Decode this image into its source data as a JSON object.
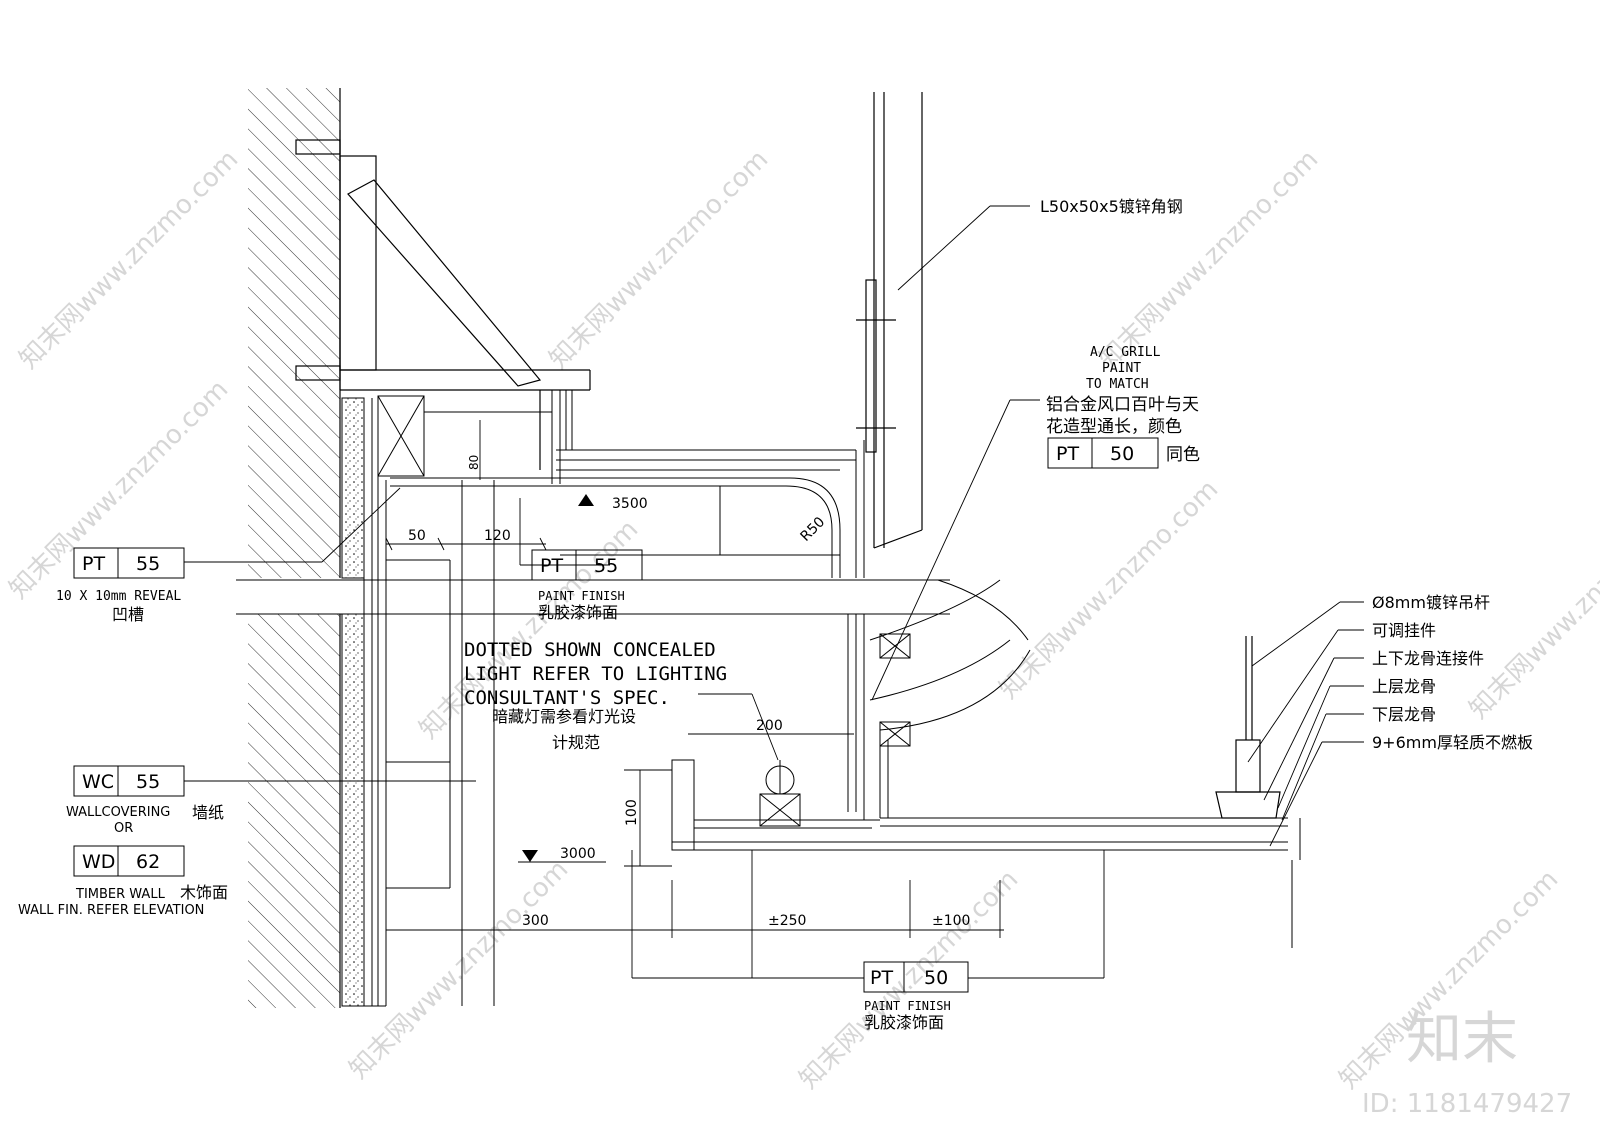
{
  "tags": {
    "pt55_a": {
      "code": "PT",
      "num": "55"
    },
    "pt55_b": {
      "code": "PT",
      "num": "55"
    },
    "pt50_a": {
      "code": "PT",
      "num": "50"
    },
    "pt50_b": {
      "code": "PT",
      "num": "50"
    },
    "wc55": {
      "code": "WC",
      "num": "55"
    },
    "wd62": {
      "code": "WD",
      "num": "62"
    }
  },
  "labels": {
    "reveal": "10 X 10mm REVEAL",
    "reveal_cn": "凹槽",
    "paint_finish_top": "PAINT FINISH",
    "paint_finish_top_cn": "乳胶漆饰面",
    "paint_finish_bottom": "PAINT FINISH",
    "paint_finish_bottom_cn": "乳胶漆饰面",
    "wallcovering": "WALLCOVERING",
    "wallcovering_cn": "墙纸",
    "or": "OR",
    "timber_wall": "TIMBER WALL",
    "timber_wall_cn": "木饰面",
    "wall_fin": "WALL FIN. REFER ELEVATION",
    "angle_steel": "L50x50x5镀锌角钢",
    "ac_grill_1": "A/C GRILL",
    "ac_grill_2": "PAINT",
    "ac_grill_3": "TO MATCH",
    "ac_grill_cn_1": "铝合金风口百叶与天",
    "ac_grill_cn_2": "花造型通长，颜色",
    "same_color": "同色",
    "concealed_1": "DOTTED SHOWN CONCEALED",
    "concealed_2": "LIGHT REFER TO LIGHTING",
    "concealed_3": "CONSULTANT'S SPEC.",
    "concealed_cn_1": "暗藏灯需参看灯光设",
    "concealed_cn_2": "计规范",
    "rod": "Ø8mm镀锌吊杆",
    "hanger": "可调挂件",
    "connector": "上下龙骨连接件",
    "upper_keel": "上层龙骨",
    "lower_keel": "下层龙骨",
    "board": "9+6mm厚轻质不燃板"
  },
  "dimensions": {
    "d50": "50",
    "d120": "120",
    "d80": "80",
    "d200": "200",
    "d100_v": "100",
    "d300": "300",
    "d250": "±250",
    "d100_h": "±100",
    "r50": "R50"
  },
  "levels": {
    "lv3500": "3500",
    "lv3000": "3000"
  },
  "watermark": {
    "logo": "知末",
    "id": "ID: 1181479427",
    "diag": "知末网www.znzmo.com"
  }
}
